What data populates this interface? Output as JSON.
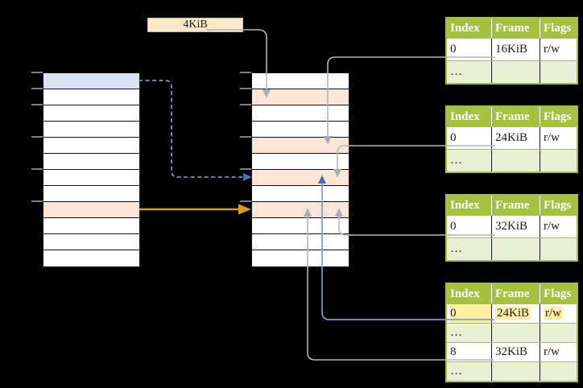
{
  "page_size_box": {
    "label": "4KiB"
  },
  "columns": {
    "left": {
      "row_count": 12,
      "row_fills": [
        "blue",
        "white",
        "white",
        "white",
        "white",
        "white",
        "white",
        "white",
        "orange",
        "white",
        "white",
        "white"
      ]
    },
    "middle": {
      "row_count": 12,
      "row_fills": [
        "white",
        "orange",
        "white",
        "white",
        "orange",
        "white",
        "orange",
        "white",
        "orange",
        "white",
        "white",
        "white"
      ]
    }
  },
  "tables": [
    {
      "headers": [
        "Index",
        "Frame",
        "Flags"
      ],
      "rows": [
        {
          "cells": [
            "0",
            "16KiB",
            "r/w"
          ],
          "shaded": false,
          "highlighted": false
        },
        {
          "cells": [
            "…",
            "",
            ""
          ],
          "shaded": true,
          "highlighted": false
        }
      ]
    },
    {
      "headers": [
        "Index",
        "Frame",
        "Flags"
      ],
      "rows": [
        {
          "cells": [
            "0",
            "24KiB",
            "r/w"
          ],
          "shaded": false,
          "highlighted": false
        },
        {
          "cells": [
            "…",
            "",
            ""
          ],
          "shaded": true,
          "highlighted": false
        }
      ]
    },
    {
      "headers": [
        "Index",
        "Frame",
        "Flags"
      ],
      "rows": [
        {
          "cells": [
            "0",
            "32KiB",
            "r/w"
          ],
          "shaded": false,
          "highlighted": false
        },
        {
          "cells": [
            "…",
            "",
            ""
          ],
          "shaded": true,
          "highlighted": false
        }
      ]
    },
    {
      "headers": [
        "Index",
        "Frame",
        "Flags"
      ],
      "rows": [
        {
          "cells": [
            "0",
            "24KiB",
            "r/w"
          ],
          "shaded": false,
          "highlighted": true
        },
        {
          "cells": [
            "…",
            "",
            ""
          ],
          "shaded": true,
          "highlighted": false
        },
        {
          "cells": [
            "8",
            "32KiB",
            "r/w"
          ],
          "shaded": false,
          "highlighted": false
        },
        {
          "cells": [
            "…",
            "",
            ""
          ],
          "shaded": true,
          "highlighted": false
        }
      ]
    }
  ],
  "connectors": [
    {
      "label": "4KiB box to frame row 1",
      "style": "gray-arrow"
    },
    {
      "label": "table1 entry 16KiB to frame row 4",
      "style": "gray-arrow"
    },
    {
      "label": "table2 entry 24KiB to frame row 6",
      "style": "gray-arrow"
    },
    {
      "label": "table3 entry 32KiB to frame row 8",
      "style": "gray-arrow"
    },
    {
      "label": "table4 entry 24KiB to frame row 6",
      "style": "blue-arrow"
    },
    {
      "label": "table4 entry 32KiB to frame row 8",
      "style": "gray-arrow"
    },
    {
      "label": "left column row 0 to frame row 6",
      "style": "blue-dashed-arrow"
    },
    {
      "label": "left column row 8 to frame row 8",
      "style": "orange-arrow"
    }
  ],
  "colors": {
    "table_green": "#a5c13f",
    "table_row_shaded": "#eaf0d6",
    "highlight_yellow": "#fdf0a0",
    "row_orange": "#fbe5d6",
    "row_blue": "#dae3f3",
    "box_cream": "#fbeac8",
    "arrow_orange": "#d99e12",
    "arrow_blue_head": "#4470b4",
    "arrow_gray_head": "#a6adbb",
    "line_blue": "#7d9bd3",
    "line_gray": "#b5b5b5",
    "dashed_blue": "#8caad8"
  }
}
